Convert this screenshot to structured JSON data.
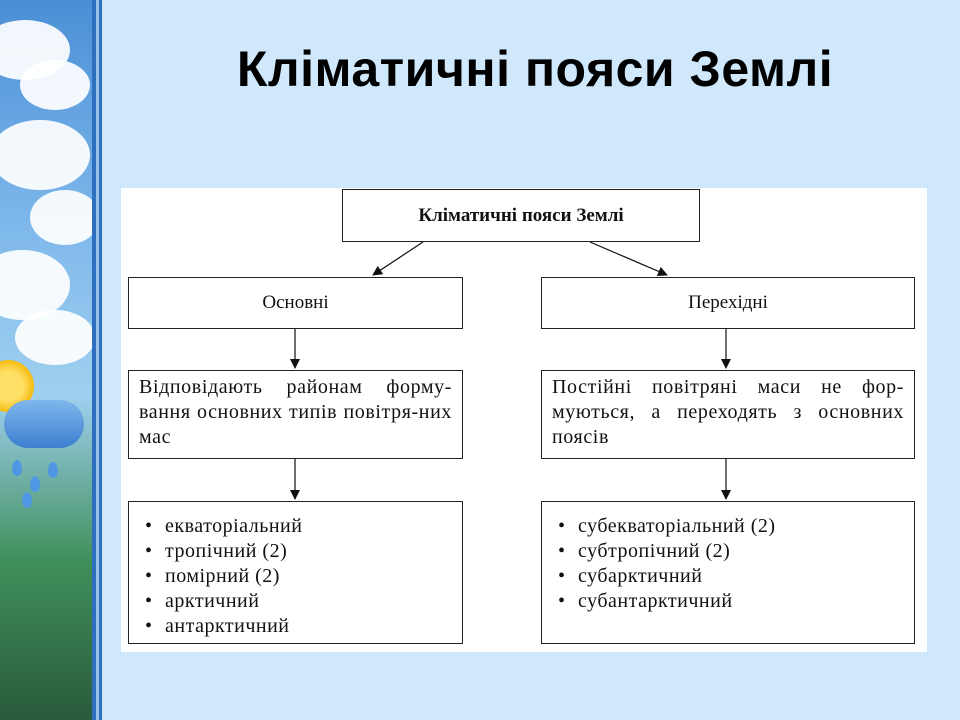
{
  "slide": {
    "title": "Кліматичні пояси Землі"
  },
  "diagram": {
    "root": "Кліматичні пояси Землі",
    "left": {
      "heading": "Основні",
      "description": "Відповідають районам форму-вання основних типів повітря-них мас",
      "items": [
        "екваторіальний",
        "тропічний (2)",
        "помірний (2)",
        "арктичний",
        "антарктичний"
      ]
    },
    "right": {
      "heading": "Перехідні",
      "description": "Постійні повітряні маси не фор-муються, а переходять з основних поясів",
      "items": [
        "субекваторіальний (2)",
        "субтропічний (2)",
        "субарктичний",
        "субантарктичний"
      ]
    }
  }
}
